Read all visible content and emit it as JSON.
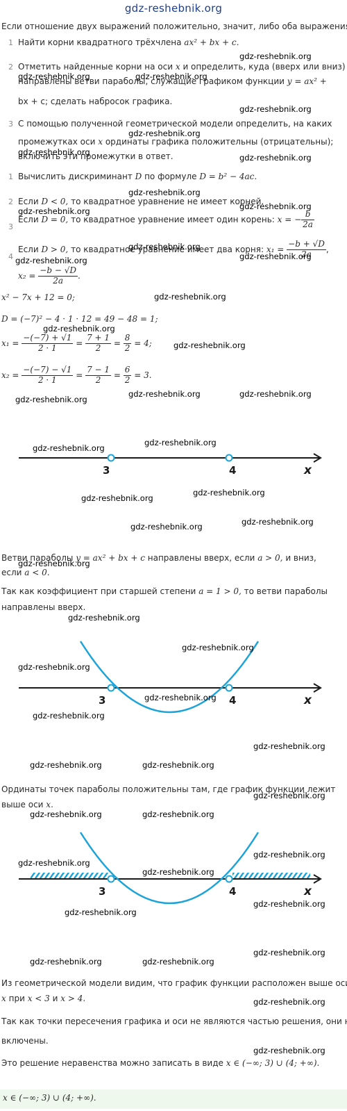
{
  "site_title": "gdz-reshebnik.org",
  "watermark": "gdz-reshebnik.org",
  "intro": "Если отношение двух выражений положительно, значит, либо оба выражения",
  "steps_a": [
    {
      "n": "1",
      "text": "Найти корни квадратного трёхчлена",
      "formula": "ax² + bx + c."
    },
    {
      "n": "2",
      "line1": "Отметить найденные корни на оси",
      "x": "x",
      "line1b": "и определить, куда (вверх или вниз)",
      "line2": "направлены ветви параболы, служащие графиком функции",
      "formula": "y = ax² +",
      "line3": "bx + c; сделать набросок графика."
    },
    {
      "n": "3",
      "line1": "С помощью полученной геометрической модели определить, на каких",
      "line2a": "промежутках оси",
      "x": "x",
      "line2b": "ординаты графика положительны (отрицательны);",
      "line3": "включить эти промежутки в ответ."
    }
  ],
  "steps_b": [
    {
      "n": "1",
      "text": "Вычислить дискриминант",
      "D": "D",
      "mid": "по формуле",
      "formula": "D = b² − 4ac."
    },
    {
      "n": "2",
      "a": "Если",
      "cond": "D < 0,",
      "b": "то квадратное уравнение не имеет корней."
    },
    {
      "n": "3",
      "a": "Если",
      "cond": "D = 0,",
      "b": "то квадратное уравнение имеет один корень:",
      "formula": "x = −",
      "num": "b",
      "den": "2a"
    },
    {
      "n": "4",
      "a": "Если",
      "cond": "D > 0,",
      "b": "то квадратное уравнение имеет два корня:",
      "x1": "x₁ =",
      "x1num": "−b + √D",
      "x1den": "2a",
      "x2": "x₂ =",
      "x2num": "−b − √D",
      "x2den": "2a"
    }
  ],
  "solution": {
    "equation": "x² − 7x + 12 = 0;",
    "disc": "D = (−7)² − 4 · 1 · 12 = 49 − 48 = 1;",
    "x1_lhs": "x₁ =",
    "x1_num": "−(−7) + √1",
    "x1_den": "2 · 1",
    "x1_eq": "=",
    "x1_num2": "7 + 1",
    "x1_den2": "2",
    "x1_num3": "8",
    "x1_den3": "2",
    "x1_res": "= 4;",
    "x2_lhs": "x₂ =",
    "x2_num": "−(−7) − √1",
    "x2_den": "2 · 1",
    "x2_eq": "=",
    "x2_num2": "7 − 1",
    "x2_den2": "2",
    "x2_num3": "6",
    "x2_den3": "2",
    "x2_res": "= 3."
  },
  "axis": {
    "label": "x",
    "root1": "3",
    "root2": "4"
  },
  "para1": {
    "a": "Ветви параболы",
    "formula": "y = ax² + bx + c",
    "b": "направлены вверх, если",
    "c1": "a > 0,",
    "c2": "и вниз,",
    "d": "если",
    "e": "a < 0."
  },
  "para2": {
    "a": "Так как коэффициент при старшей степени",
    "formula": "a = 1 > 0,",
    "b": "то ветви параболы",
    "c": "направлены вверх."
  },
  "para3": {
    "a": "Ординаты точек параболы положительны там, где график функции лежит",
    "b": "выше оси",
    "x": "x."
  },
  "para4": {
    "a": "Из геометрической модели видим, что график функции расположен выше оси",
    "x": "x",
    "b": "при",
    "c1": "x < 3",
    "c2": "и",
    "c3": "x > 4."
  },
  "para5": {
    "a": "Так как точки пересечения графика и оси не являются частью решения, они не",
    "b": "включены."
  },
  "para6": {
    "a": "Это решение неравенства можно записать в виде",
    "formula": "x ∈ (−∞; 3) ∪ (4; +∞)."
  },
  "answer": "x ∈ (−∞; 3) ∪ (4; +∞).",
  "colors": {
    "curve": "#1ca3d8",
    "axis": "#1a1a1a",
    "watermark": "#000000",
    "site": "#1f3f8a",
    "answer_bg": "#eef8ec"
  }
}
